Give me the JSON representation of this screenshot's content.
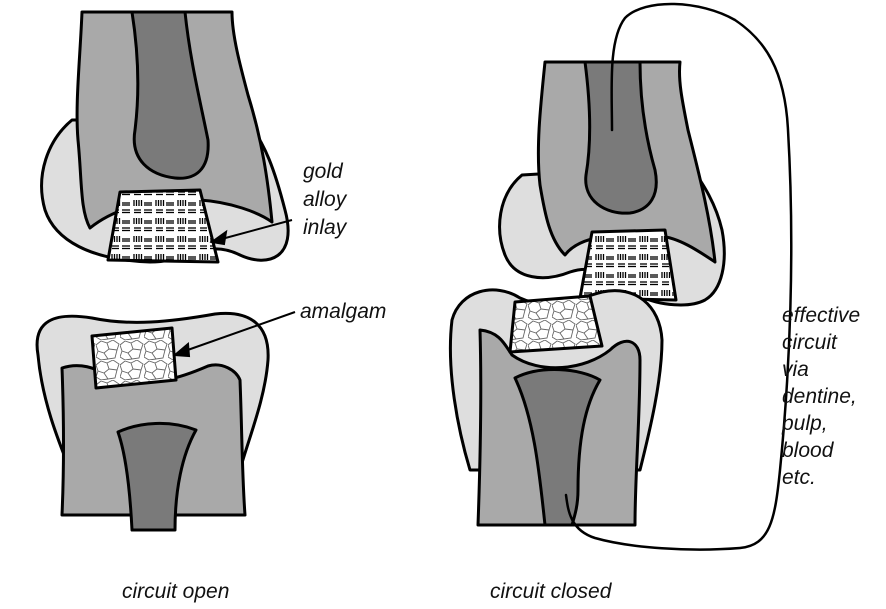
{
  "labels": {
    "gold": [
      "gold",
      "alloy",
      "inlay"
    ],
    "amalgam": "amalgam",
    "effective": [
      "effective",
      "circuit",
      "via",
      "dentine,",
      "pulp,",
      "blood",
      "etc."
    ]
  },
  "captions": {
    "left": "circuit open",
    "right": "circuit closed"
  },
  "colors": {
    "enamel": "#dedede",
    "dentine": "#a9a9a9",
    "pulp": "#7a7a7a",
    "filling": "#ffffff",
    "outline": "#000000"
  }
}
